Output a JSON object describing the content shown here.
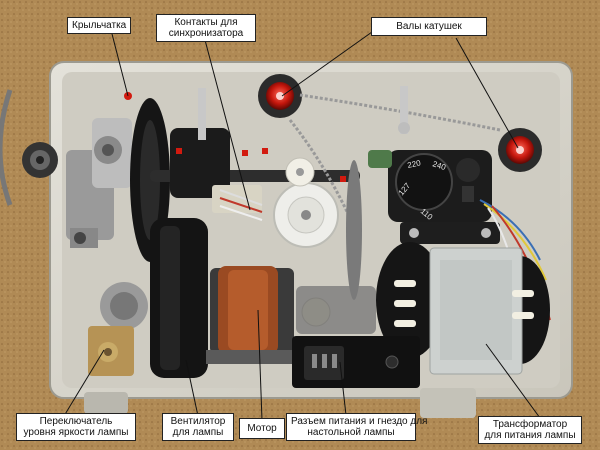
{
  "labels": {
    "impeller": "Крыльчатка",
    "sync_contacts": [
      "Контакты для",
      "синхронизатора"
    ],
    "reel_shafts": "Валы катушек",
    "brightness_switch": [
      "Переключатель",
      "уровня яркости лампы"
    ],
    "lamp_fan": [
      "Вентилятор",
      "для лампы"
    ],
    "motor": "Мотор",
    "power_socket": [
      "Разъем питания и гнездо для",
      "настольной лампы"
    ],
    "transformer": [
      "Трансформатор",
      "для питания лампы"
    ]
  },
  "voltage_selector": {
    "marks": [
      "220",
      "240",
      "127",
      "110"
    ]
  },
  "colors": {
    "background_wood": "#b08a55",
    "housing": "#d9d6cc",
    "label_bg": "#ffffff",
    "label_border": "#222222"
  }
}
